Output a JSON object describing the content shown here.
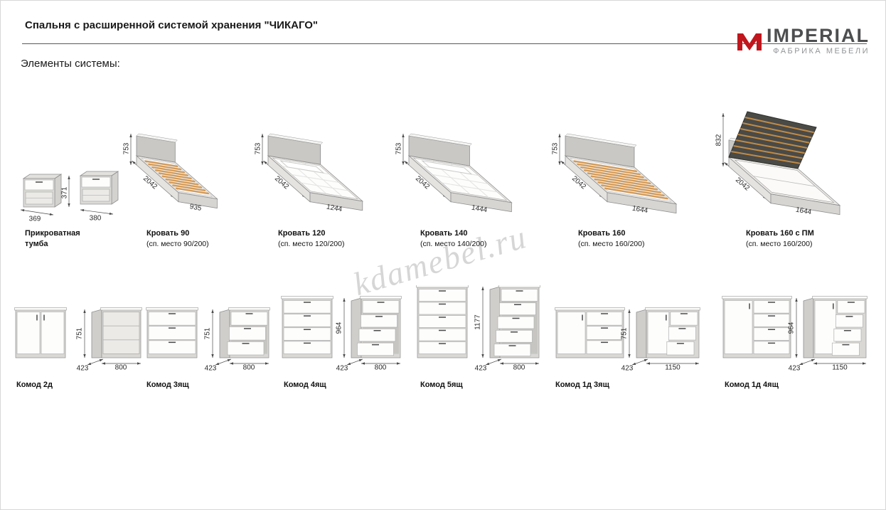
{
  "page": {
    "title": "Спальня с расширенной системой хранения \"ЧИКАГО\"",
    "section_title": "Элементы системы:",
    "watermark": "kdamebel.ru",
    "logo": {
      "brand": "IMPERIAL",
      "tagline": "ФАБРИКА МЕБЕЛИ",
      "accent": "#c0161d"
    }
  },
  "row1": [
    {
      "name": "Прикроватная тумба",
      "dims": {
        "h": "371",
        "d": "369",
        "w": "380"
      }
    },
    {
      "name": "Кровать 90",
      "sub": "(сп. место 90/200)",
      "dims": {
        "h": "753",
        "l": "2042",
        "w": "935"
      }
    },
    {
      "name": "Кровать 120",
      "sub": "(сп. место 120/200)",
      "dims": {
        "h": "753",
        "l": "2042",
        "w": "1244"
      }
    },
    {
      "name": "Кровать 140",
      "sub": "(сп. место 140/200)",
      "dims": {
        "h": "753",
        "l": "2042",
        "w": "1444"
      }
    },
    {
      "name": "Кровать 160",
      "sub": "(сп. место 160/200)",
      "dims": {
        "h": "753",
        "l": "2042",
        "w": "1644"
      }
    },
    {
      "name": "Кровать 160 с ПМ",
      "sub": "(сп. место 160/200)",
      "dims": {
        "h": "832",
        "l": "2042",
        "w": "1644"
      }
    }
  ],
  "row2": [
    {
      "name": "Комод 2д",
      "dims": {
        "h": "751",
        "d": "423",
        "w": "800"
      }
    },
    {
      "name": "Комод 3ящ",
      "dims": {
        "h": "751",
        "d": "423",
        "w": "800"
      }
    },
    {
      "name": "Комод 4ящ",
      "dims": {
        "h": "964",
        "d": "423",
        "w": "800"
      }
    },
    {
      "name": "Комод 5ящ",
      "dims": {
        "h": "1177",
        "d": "423",
        "w": "800"
      }
    },
    {
      "name": "Комод 1д 3ящ",
      "dims": {
        "h": "751",
        "d": "423",
        "w": "1150"
      }
    },
    {
      "name": "Комод 1д 4ящ",
      "dims": {
        "h": "964",
        "d": "423",
        "w": "1150"
      }
    }
  ]
}
